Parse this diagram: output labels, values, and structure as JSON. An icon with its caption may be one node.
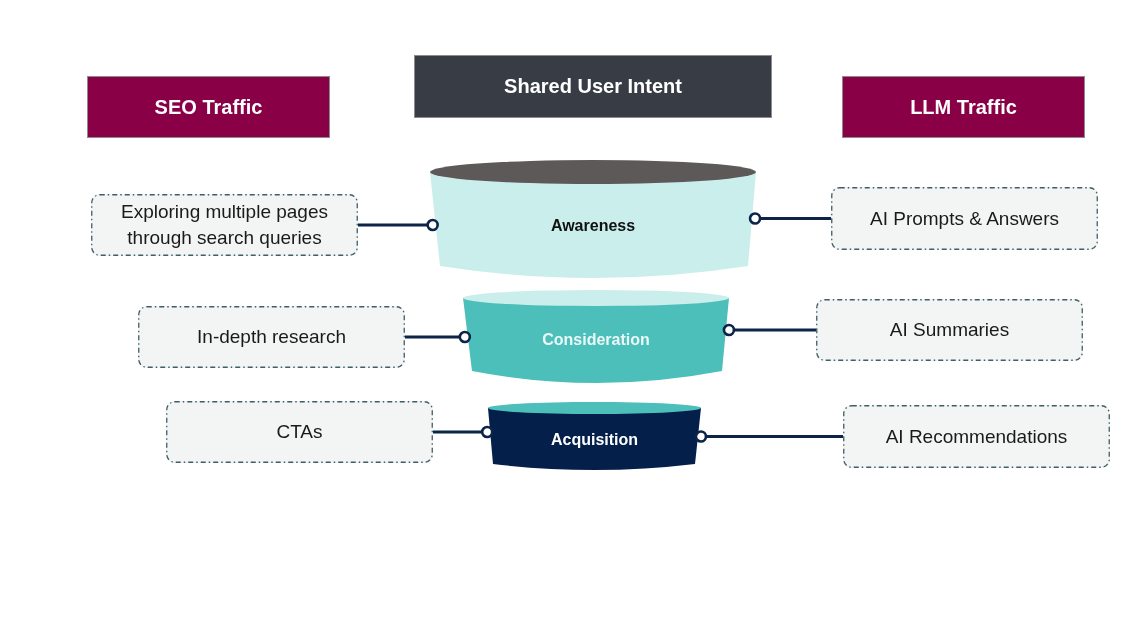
{
  "diagram": {
    "nodes": [
      {
        "text": [
          "SEO Traffic"
        ]
      },
      {
        "text": [
          "Shared User Intent"
        ]
      },
      {
        "text": [
          "LLM Traffic"
        ]
      },
      {
        "text": [
          "Exploring multiple pages through search queries"
        ]
      },
      {
        "text": [
          "Awareness"
        ]
      },
      {
        "text": [
          "AI Prompts & Answers"
        ]
      },
      {
        "text": [
          "In-depth research"
        ]
      },
      {
        "text": [
          "Consideration"
        ]
      },
      {
        "text": [
          "AI Summaries"
        ]
      },
      {
        "text": [
          "CTAs"
        ]
      },
      {
        "text": [
          "Acquisition"
        ]
      },
      {
        "text": [
          "AI Recommendations"
        ]
      }
    ],
    "edges": [
      {
        "from": 3,
        "to": 4,
        "arrow": "other"
      },
      {
        "from": 5,
        "to": 4,
        "arrow": "other"
      },
      {
        "from": 6,
        "to": 7,
        "arrow": "other"
      },
      {
        "from": 8,
        "to": 7,
        "arrow": "other"
      },
      {
        "from": 9,
        "to": 10,
        "arrow": "other"
      },
      {
        "from": 11,
        "to": 10,
        "arrow": "other"
      }
    ]
  }
}
